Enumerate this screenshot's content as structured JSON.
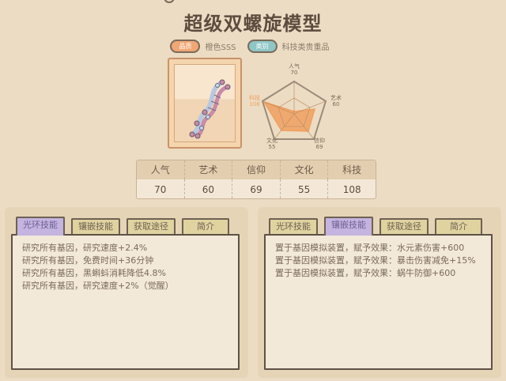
{
  "header": {
    "title": "超级双螺旋模型",
    "quality_badge": "品质",
    "quality_value": "橙色SSS",
    "category_badge": "类别",
    "category_value": "科技类贵重品"
  },
  "card": {
    "icon": "dna-helix-icon"
  },
  "radar": {
    "labels": [
      {
        "name": "人气",
        "value": "70"
      },
      {
        "name": "艺术",
        "value": "60"
      },
      {
        "name": "信仰",
        "value": "69"
      },
      {
        "name": "文化",
        "value": "55"
      },
      {
        "name": "科技",
        "value": "108"
      }
    ],
    "fill_color": "#f0a060",
    "highlight_color": "#f0a060"
  },
  "stats": {
    "headers": [
      "人气",
      "艺术",
      "信仰",
      "文化",
      "科技"
    ],
    "values": [
      "70",
      "60",
      "69",
      "55",
      "108"
    ]
  },
  "left_panel": {
    "tabs": [
      "光环技能",
      "镶嵌技能",
      "获取途径",
      "简介"
    ],
    "active_tab": "光环技能",
    "lines": [
      "研究所有基因，研究速度+2.4%",
      "研究所有基因，免费时间+36分钟",
      "研究所有基因，黑蝌蚪消耗降低4.8%",
      "研究所有基因，研究速度+2%（觉醒）"
    ]
  },
  "right_panel": {
    "tabs": [
      "光环技能",
      "镶嵌技能",
      "获取途径",
      "简介"
    ],
    "active_tab": "镶嵌技能",
    "lines": [
      "置于基因模拟装置，赋予效果：水元素伤害+600",
      "置于基因模拟装置，赋予效果：暴击伤害减免+15%",
      "置于基因模拟装置，赋予效果：蜗牛防御+600"
    ]
  }
}
